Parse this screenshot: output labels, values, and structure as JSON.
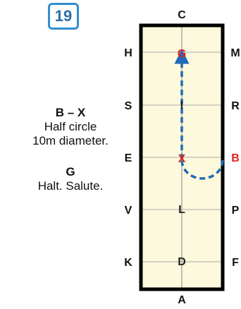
{
  "test_number": "19",
  "movement_1": {
    "letters": "B – X",
    "line1": "Half circle",
    "line2": "10m diameter."
  },
  "movement_2": {
    "letters": "G",
    "line1": "Halt. Salute."
  },
  "arena": {
    "top_letter": "C",
    "bottom_letter": "A",
    "left_letters": [
      "H",
      "S",
      "E",
      "V",
      "K"
    ],
    "right_letters": [
      "M",
      "R",
      "B",
      "P",
      "F"
    ],
    "center_letters": [
      "G",
      "I",
      "X",
      "L",
      "D"
    ],
    "highlight_letters": [
      "G",
      "X",
      "B"
    ]
  },
  "colors": {
    "arena_fill": "#fdf9dc",
    "border": "#000000",
    "grid": "#aaaaaa",
    "highlight": "#e02020",
    "path": "#1f6bb5",
    "badge": "#2f8fd3"
  }
}
